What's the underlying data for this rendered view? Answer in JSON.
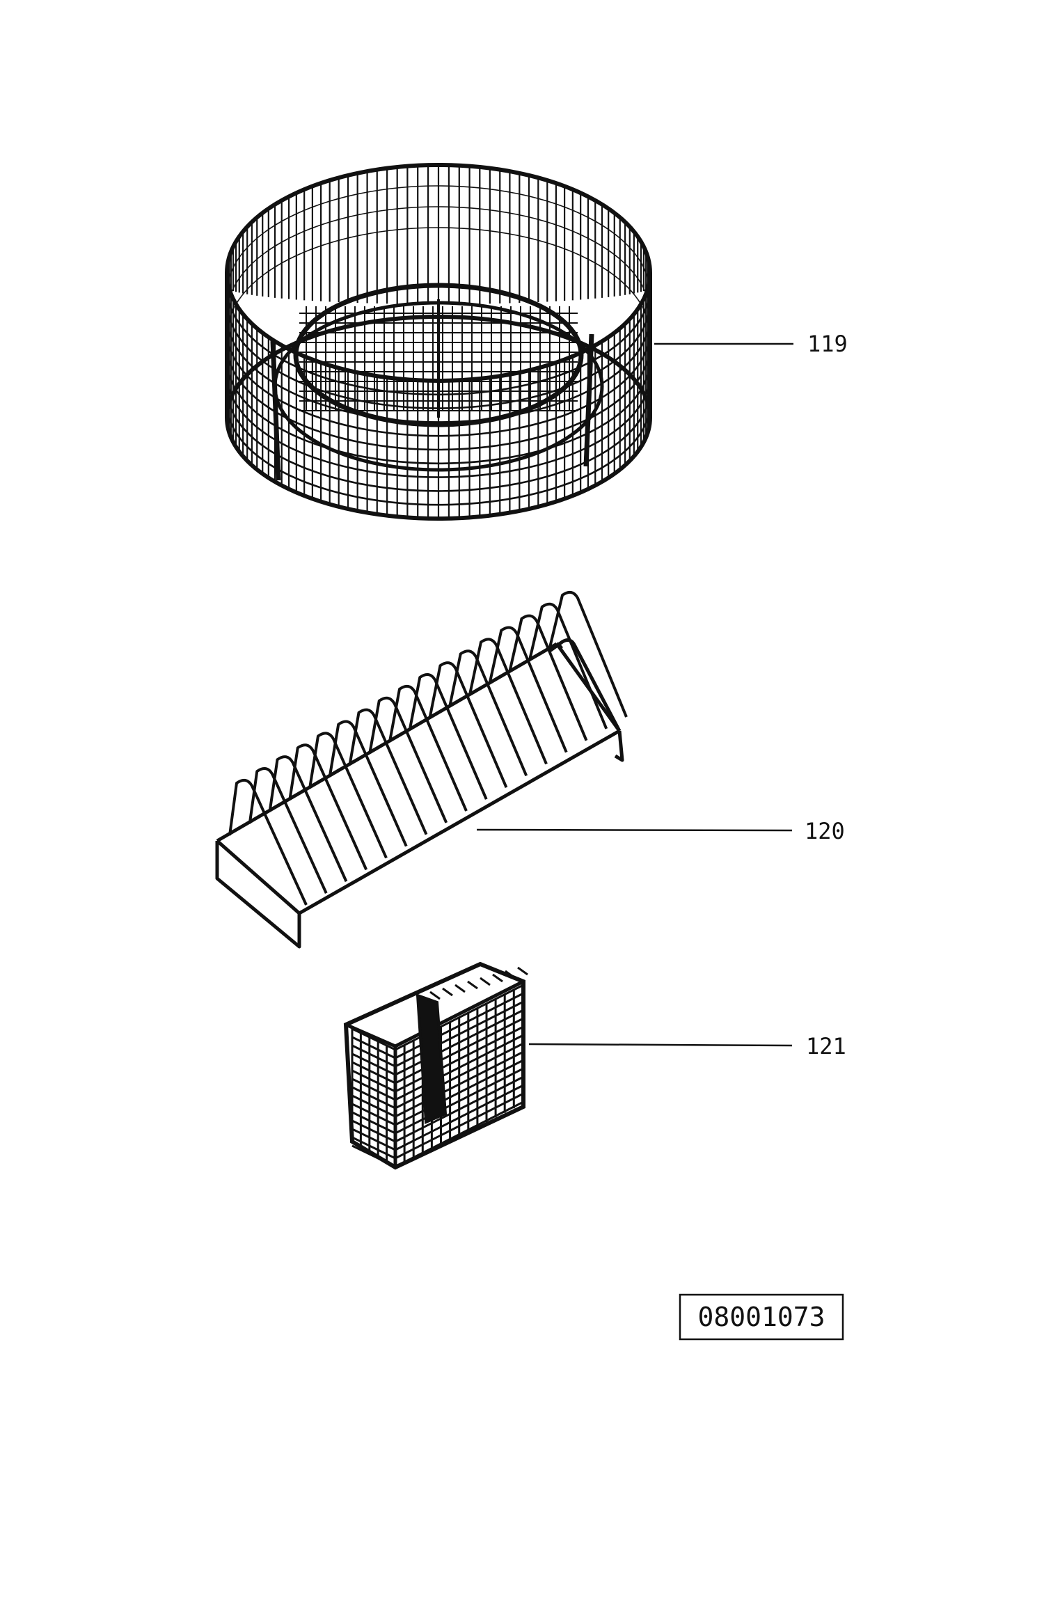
{
  "diagram": {
    "parts": [
      {
        "id": "round-basket",
        "label": "119"
      },
      {
        "id": "plate-rack",
        "label": "120"
      },
      {
        "id": "cutlery-basket",
        "label": "121"
      }
    ],
    "document_number": "08001073"
  },
  "colors": {
    "ink": "#111111",
    "paper": "#ffffff"
  }
}
